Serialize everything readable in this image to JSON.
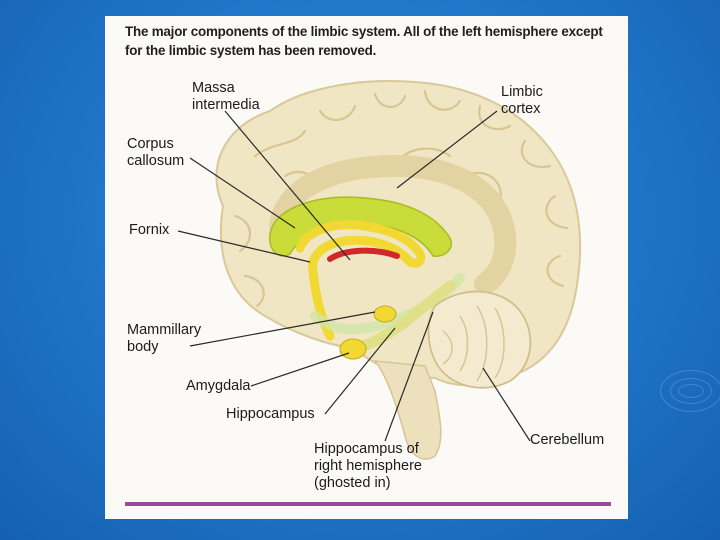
{
  "caption": {
    "line1": "The major components of the limbic system. All of the left hemisphere except",
    "line2": "for the limbic system has been removed."
  },
  "labels": {
    "massa_intermedia": [
      "Massa",
      "intermedia"
    ],
    "limbic_cortex": [
      "Limbic",
      "cortex"
    ],
    "corpus_callosum": [
      "Corpus",
      "callosum"
    ],
    "fornix": "Fornix",
    "mammillary_body": [
      "Mammillary",
      "body"
    ],
    "amygdala": "Amygdala",
    "hippocampus": "Hippocampus",
    "hippocampus_right": [
      "Hippocampus of",
      "right hemisphere",
      "(ghosted in)"
    ],
    "cerebellum": "Cerebellum"
  },
  "colors": {
    "background": "#1f74c8",
    "brain": "#f1e6c4",
    "corpus_callosum": "#c9dc3a",
    "fornix": "#f2d832",
    "massa_intermedia": "#d2282b",
    "rule": "#9a4a9c"
  }
}
